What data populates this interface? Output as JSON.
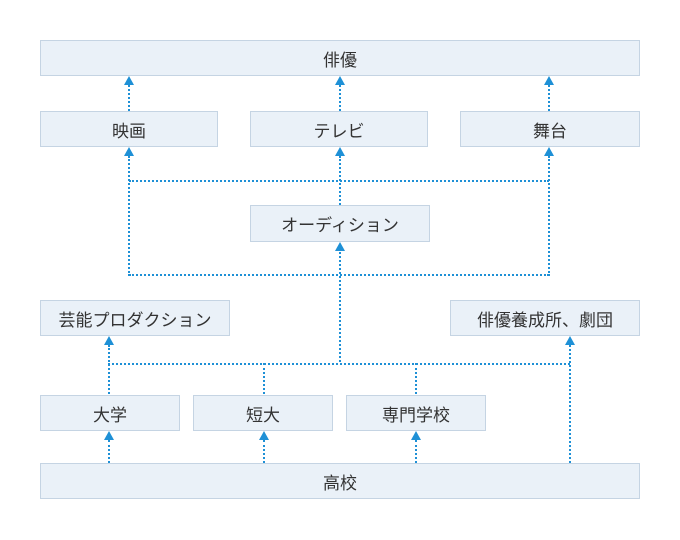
{
  "nodes": {
    "actor": "俳優",
    "film": "映画",
    "tv": "テレビ",
    "stage": "舞台",
    "audition": "オーディション",
    "talent_agency": "芸能プロダクション",
    "acting_school": "俳優養成所、劇団",
    "university": "大学",
    "junior_college": "短大",
    "vocational_school": "専門学校",
    "high_school": "高校"
  },
  "colors": {
    "node_fill": "#eaf1f8",
    "node_border": "#c5d4e3",
    "connector": "#1e90d6",
    "text": "#333333"
  }
}
